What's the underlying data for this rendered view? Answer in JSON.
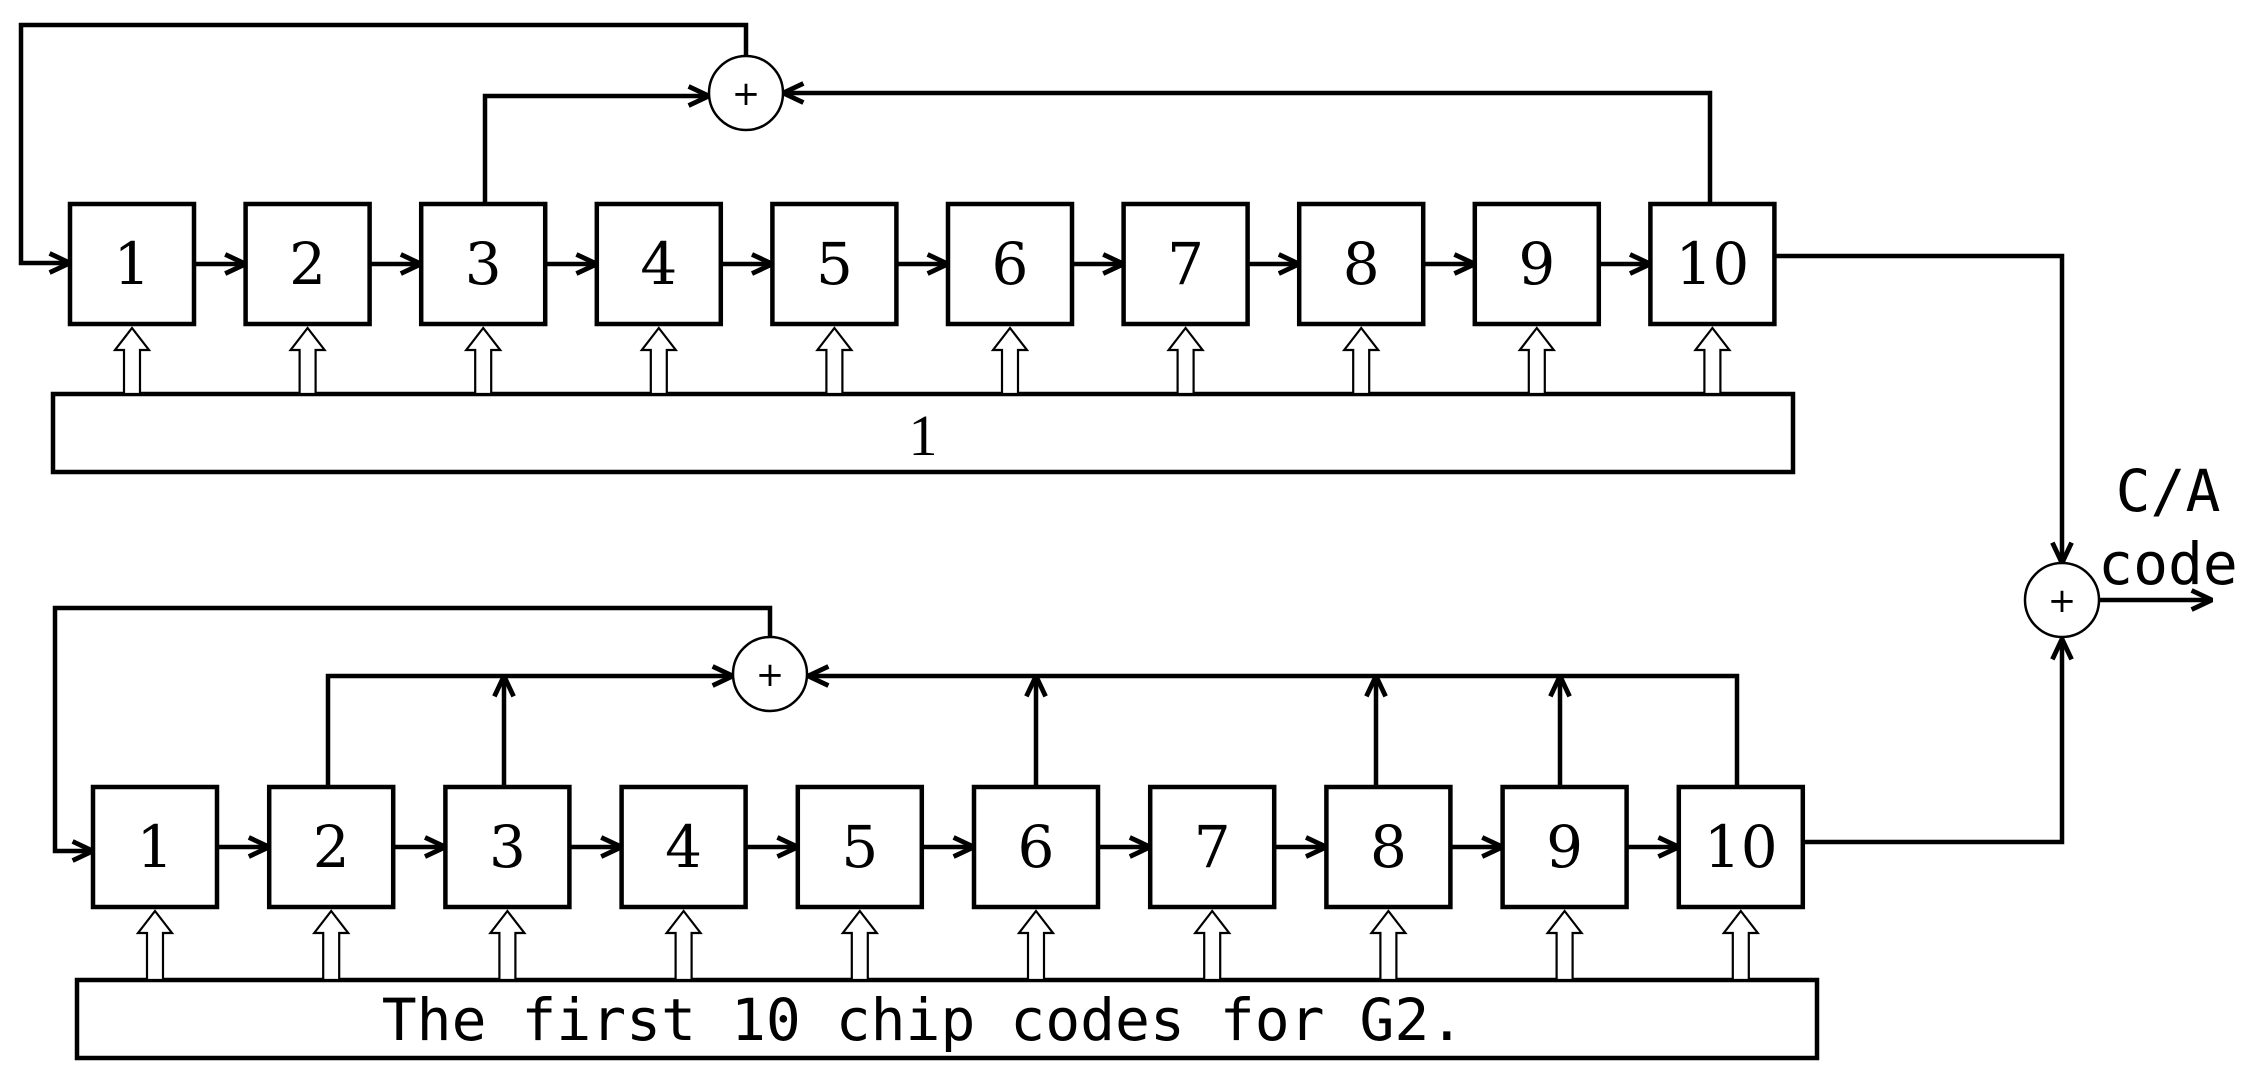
{
  "register_top": {
    "cells": [
      "1",
      "2",
      "3",
      "4",
      "5",
      "6",
      "7",
      "8",
      "9",
      "10"
    ],
    "init_label": "1",
    "adder_label": "+"
  },
  "register_bottom": {
    "cells": [
      "1",
      "2",
      "3",
      "4",
      "5",
      "6",
      "7",
      "8",
      "9",
      "10"
    ],
    "init_label": "The first 10 chip codes for G2.",
    "adder_label": "+"
  },
  "output": {
    "adder_label": "+",
    "label_line1": "C/A",
    "label_line2": "code"
  }
}
